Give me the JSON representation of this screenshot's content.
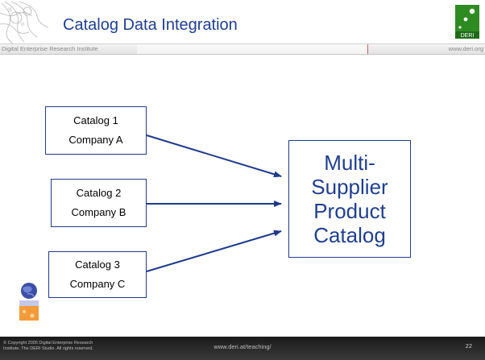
{
  "header": {
    "title": "Catalog Data Integration",
    "institute": "Digital Enterprise Research Institute",
    "url": "www.deri.org",
    "logo_text": "DERI"
  },
  "diagram": {
    "sources": [
      {
        "catalog": "Catalog 1",
        "company": "Company A"
      },
      {
        "catalog": "Catalog 2",
        "company": "Company B"
      },
      {
        "catalog": "Catalog 3",
        "company": "Company C"
      }
    ],
    "target": {
      "lines": [
        "Multi-",
        "Supplier",
        "Product",
        "Catalog"
      ]
    }
  },
  "footer": {
    "copyright_line1": "© Copyright 2005 Digital Enterprise Research",
    "copyright_line2": "Institute. The DERI Studio. All rights reserved.",
    "course_url": "www.deri.at/teaching/",
    "page_number": "22"
  },
  "colors": {
    "title": "#1f3f8f",
    "box_border": "#1f3a8a",
    "arrow": "#1f3a8a",
    "logo_green": "#2e8b22",
    "footer_bg": "#222222"
  },
  "icons": [
    "corner-ornament-icon",
    "deri-logo-icon",
    "globe-logo-icon"
  ]
}
